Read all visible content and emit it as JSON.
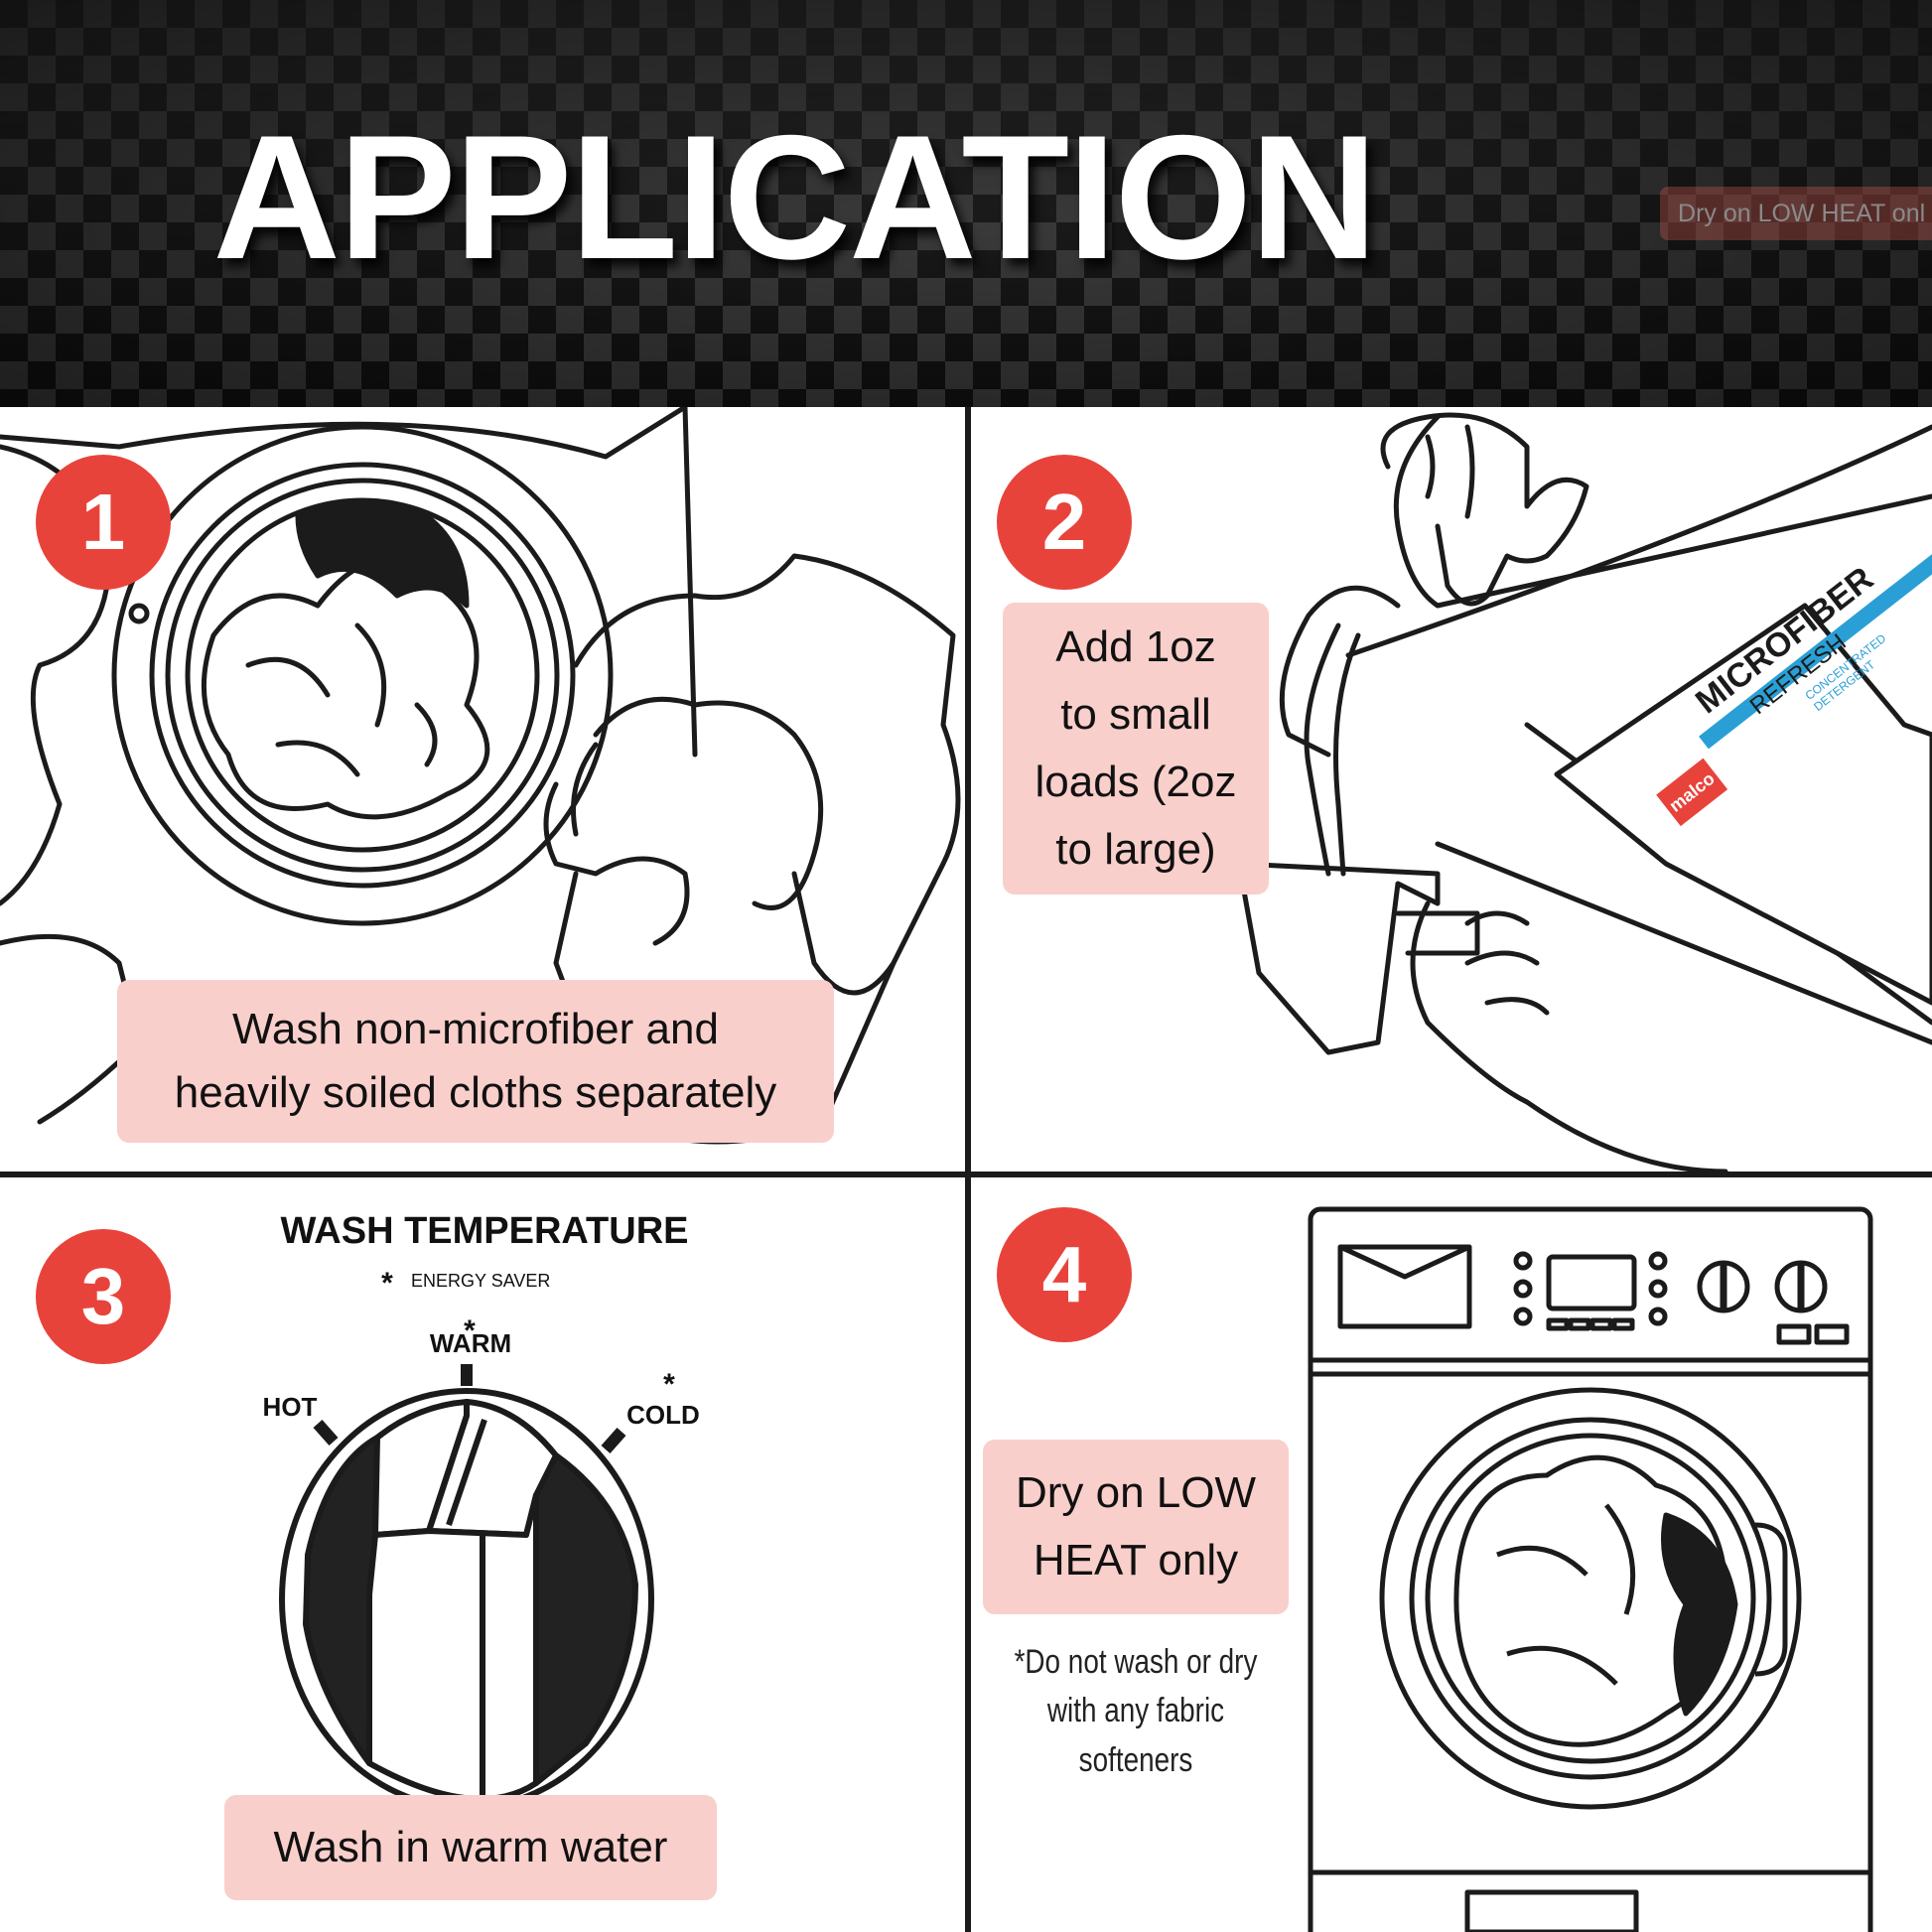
{
  "header": {
    "title": "APPLICATION",
    "tooltip": "Dry on LOW HEAT onl"
  },
  "steps": [
    {
      "number": "1",
      "caption_lines": [
        "Wash non-microfiber and",
        "heavily soiled cloths separately"
      ]
    },
    {
      "number": "2",
      "caption_lines": [
        "Add 1oz",
        "to small",
        "loads (2oz",
        "to large)"
      ],
      "bottle": {
        "brand": "malco",
        "product": "MICROFIBER",
        "subproduct": "REFRESH",
        "type_line1": "CONCENTRATED",
        "type_line2": "DETERGENT"
      }
    },
    {
      "number": "3",
      "caption_lines": [
        "Wash in warm water"
      ],
      "dial": {
        "title": "WASH TEMPERATURE",
        "legend_symbol": "*",
        "legend": "ENERGY SAVER",
        "hot": "HOT",
        "warm": "WARM",
        "cold": "COLD",
        "star": "*"
      }
    },
    {
      "number": "4",
      "caption_lines": [
        "Dry on LOW",
        "HEAT only"
      ],
      "note_lines": [
        "*Do not wash or dry",
        "with any fabric",
        "softeners"
      ]
    }
  ],
  "colors": {
    "badge": "#e8433b",
    "caption_bg": "#f9cfcb",
    "line": "#1b1b1b",
    "header_dark": "#1a1a1a",
    "bottle_blue": "#2a9fd6"
  }
}
